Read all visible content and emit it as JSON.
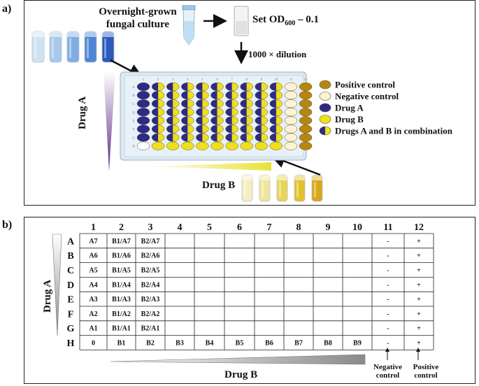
{
  "panel_a": {
    "label": "a)",
    "culture_label": [
      "Overnight-grown",
      "fungal culture"
    ],
    "od_label_prefix": "Set OD",
    "od_subscript": "600",
    "od_label_suffix": " – 0.1",
    "dilution_label": "1000 × dilution",
    "drug_a_label": "Drug A",
    "drug_b_label": "Drug B",
    "legend": [
      {
        "label": "Positive control",
        "color": "#b8860b",
        "type": "full"
      },
      {
        "label": "Negative control",
        "color": "#fdf3d3",
        "type": "full"
      },
      {
        "label": "Drug A",
        "color": "#2e2a85",
        "type": "full"
      },
      {
        "label": "Drug B",
        "color": "#f0df1a",
        "type": "full"
      },
      {
        "label": "Drugs A and B in combination",
        "color": "#2e2a85",
        "color2": "#f0df1a",
        "type": "split"
      }
    ],
    "plate_cols": [
      "1",
      "2",
      "3",
      "4",
      "5",
      "6",
      "7",
      "8",
      "9",
      "10",
      "11",
      "12"
    ],
    "plate_rows": [
      "A",
      "B",
      "C",
      "D",
      "E",
      "F",
      "G",
      "H"
    ],
    "drug_a_tube_colors": [
      "#cfe2f3",
      "#a9c9ec",
      "#7faee3",
      "#4f86d3",
      "#2b5bbd"
    ],
    "drug_b_tube_colors": [
      "#f3efc0",
      "#efe69a",
      "#e8d456",
      "#e2c12c",
      "#d9a718"
    ],
    "colors": {
      "drug_a": "#2e2a85",
      "drug_b": "#f0df1a",
      "negative": "#fdf3d3",
      "positive": "#b8860b",
      "plate": "#dde9f2"
    }
  },
  "panel_b": {
    "label": "b)",
    "col_headers": [
      "1",
      "2",
      "3",
      "4",
      "5",
      "6",
      "7",
      "8",
      "9",
      "10",
      "11",
      "12"
    ],
    "row_headers": [
      "A",
      "B",
      "C",
      "D",
      "E",
      "F",
      "G",
      "H"
    ],
    "drug_a_label": "Drug A",
    "drug_b_label": "Drug B",
    "negative_control_label": [
      "Negative",
      "control"
    ],
    "positive_control_label": [
      "Positive",
      "control"
    ],
    "cells": [
      [
        "A7",
        "B1/A7",
        "B2/A7",
        "",
        "",
        "",
        "",
        "",
        "",
        "",
        "-",
        "+"
      ],
      [
        "A6",
        "B1/A6",
        "B2/A6",
        "",
        "",
        "",
        "",
        "",
        "",
        "",
        "-",
        "+"
      ],
      [
        "A5",
        "B1/A5",
        "B2/A5",
        "",
        "",
        "",
        "",
        "",
        "",
        "",
        "-",
        "+"
      ],
      [
        "A4",
        "B1/A4",
        "B2/A4",
        "",
        "",
        "",
        "",
        "",
        "",
        "",
        "-",
        "+"
      ],
      [
        "A3",
        "B1/A3",
        "B2/A3",
        "",
        "",
        "",
        "",
        "",
        "",
        "",
        "-",
        "+"
      ],
      [
        "A2",
        "B1/A2",
        "B2/A2",
        "",
        "",
        "",
        "",
        "",
        "",
        "",
        "-",
        "+"
      ],
      [
        "A1",
        "B1/A1",
        "B2/A1",
        "",
        "",
        "",
        "",
        "",
        "",
        "",
        "-",
        "+"
      ],
      [
        "0",
        "B1",
        "B2",
        "B3",
        "B4",
        "B5",
        "B6",
        "B7",
        "B8",
        "B9",
        "-",
        "+"
      ]
    ]
  }
}
